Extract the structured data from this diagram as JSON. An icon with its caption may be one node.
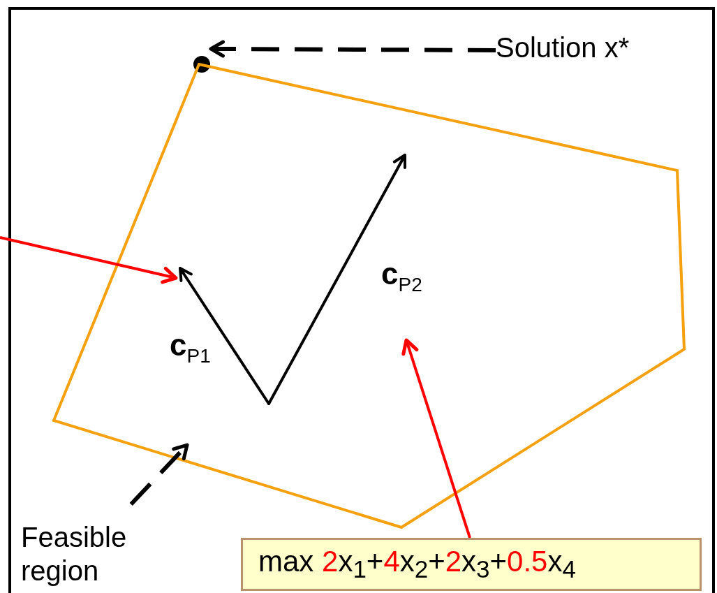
{
  "diagram": {
    "nodes": [
      {
        "text": [
          "Solution x*"
        ]
      },
      {
        "text": [],
        "shape": "circle"
      },
      {
        "text": [],
        "shape": "polygon"
      },
      {
        "text": [
          "Feasible region"
        ]
      },
      {
        "text": [],
        "shape": "arrow",
        "in": 2
      },
      {
        "text": [],
        "shape": "arrow",
        "in": 2
      },
      {
        "text": [
          "max 2x$_{1}$+4x$_{2}$+2x$_{3}$+0.5x$_{4}$"
        ]
      }
    ],
    "edges": [
      {
        "from": 0,
        "to": 1,
        "arrow": "to",
        "style": "dashed"
      },
      {
        "from": 3,
        "to": 2,
        "arrow": "to",
        "style": "dashed"
      },
      {
        "from": null,
        "to": 4,
        "arrow": "to",
        "color": "#ff0000"
      },
      {
        "from": 6,
        "to": 5,
        "arrow": "to",
        "color": "#ff0000"
      }
    ],
    "labels": [
      "**c**$_{P1}$",
      "**c**$_{P2}$"
    ]
  }
}
